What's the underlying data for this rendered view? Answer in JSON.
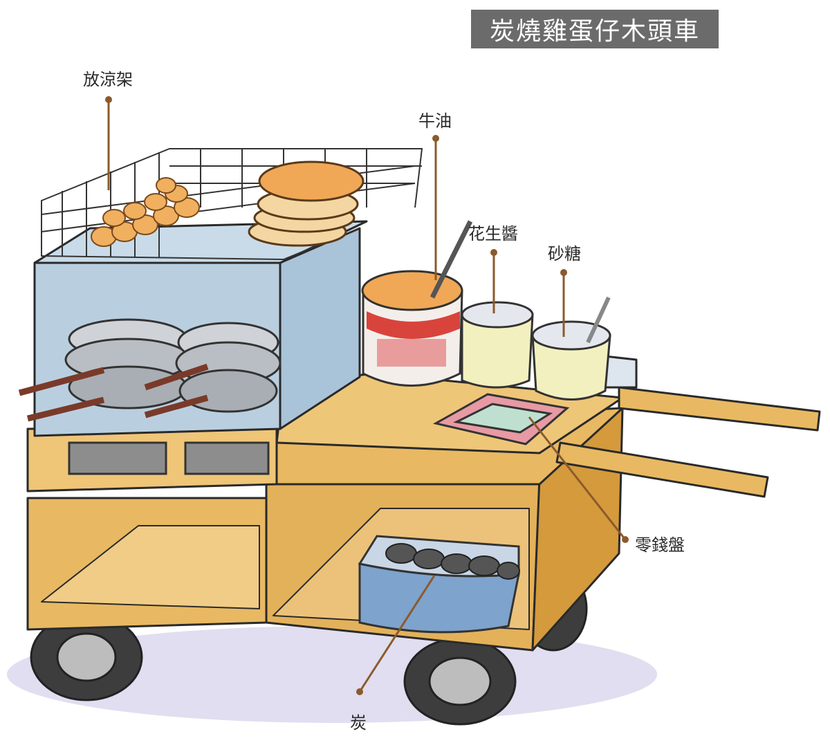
{
  "title": "炭燒雞蛋仔木頭車",
  "callouts": {
    "cooling_rack": "放涼架",
    "butter": "牛油",
    "peanut_butter": "花生醬",
    "sugar": "砂糖",
    "change_tray": "零錢盤",
    "charcoal": "炭"
  },
  "colors": {
    "leader_line": "#8b5a2b",
    "title_bg": "#6b6b6b",
    "wood": "#e8b962",
    "wood_dark": "#d49a3c",
    "panel_blue": "#b9cfe0",
    "charcoal_bin": "#7ea3cc"
  }
}
